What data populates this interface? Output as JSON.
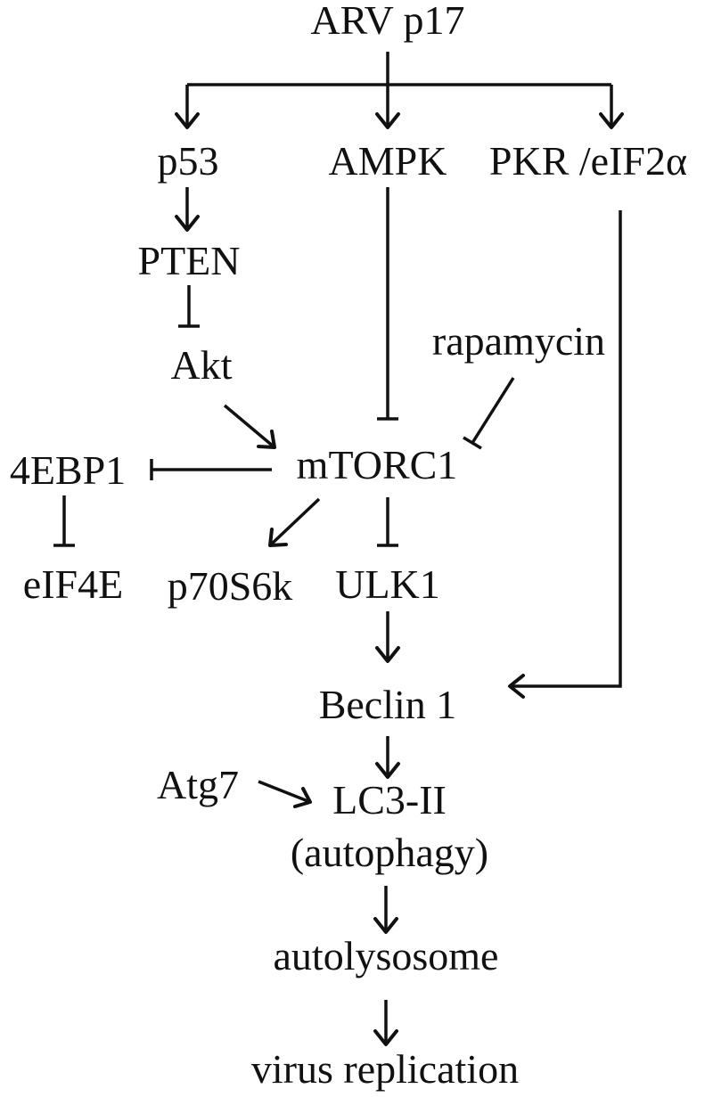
{
  "nodes": {
    "arv_p17": "ARV p17",
    "p53": "p53",
    "ampk": "AMPK",
    "pkr": "PKR /eIF2α",
    "pten": "PTEN",
    "akt": "Akt",
    "rapamycin": "rapamycin",
    "mtorc1": "mTORC1",
    "ebp1": "4EBP1",
    "eif4e": "eIF4E",
    "p70s6k": "p70S6k",
    "ulk1": "ULK1",
    "beclin1": "Beclin 1",
    "atg7": "Atg7",
    "lc3": "LC3-II",
    "autophagy": "(autophagy)",
    "autolysosome": "autolysosome",
    "virus": "virus replication"
  },
  "edges": [
    {
      "from": "arv_p17",
      "to": "p53",
      "type": "activation"
    },
    {
      "from": "arv_p17",
      "to": "ampk",
      "type": "activation"
    },
    {
      "from": "arv_p17",
      "to": "pkr",
      "type": "activation"
    },
    {
      "from": "p53",
      "to": "pten",
      "type": "activation"
    },
    {
      "from": "pten",
      "to": "akt",
      "type": "inhibition"
    },
    {
      "from": "akt",
      "to": "mtorc1",
      "type": "activation"
    },
    {
      "from": "ampk",
      "to": "mtorc1",
      "type": "inhibition"
    },
    {
      "from": "rapamycin",
      "to": "mtorc1",
      "type": "inhibition"
    },
    {
      "from": "mtorc1",
      "to": "ebp1",
      "type": "inhibition"
    },
    {
      "from": "ebp1",
      "to": "eif4e",
      "type": "inhibition"
    },
    {
      "from": "mtorc1",
      "to": "p70s6k",
      "type": "activation"
    },
    {
      "from": "mtorc1",
      "to": "ulk1",
      "type": "inhibition"
    },
    {
      "from": "ulk1",
      "to": "beclin1",
      "type": "activation"
    },
    {
      "from": "pkr",
      "to": "beclin1",
      "type": "activation"
    },
    {
      "from": "beclin1",
      "to": "lc3",
      "type": "activation"
    },
    {
      "from": "atg7",
      "to": "lc3",
      "type": "activation"
    },
    {
      "from": "lc3",
      "to": "autolysosome",
      "type": "activation"
    },
    {
      "from": "autolysosome",
      "to": "virus",
      "type": "activation"
    }
  ]
}
